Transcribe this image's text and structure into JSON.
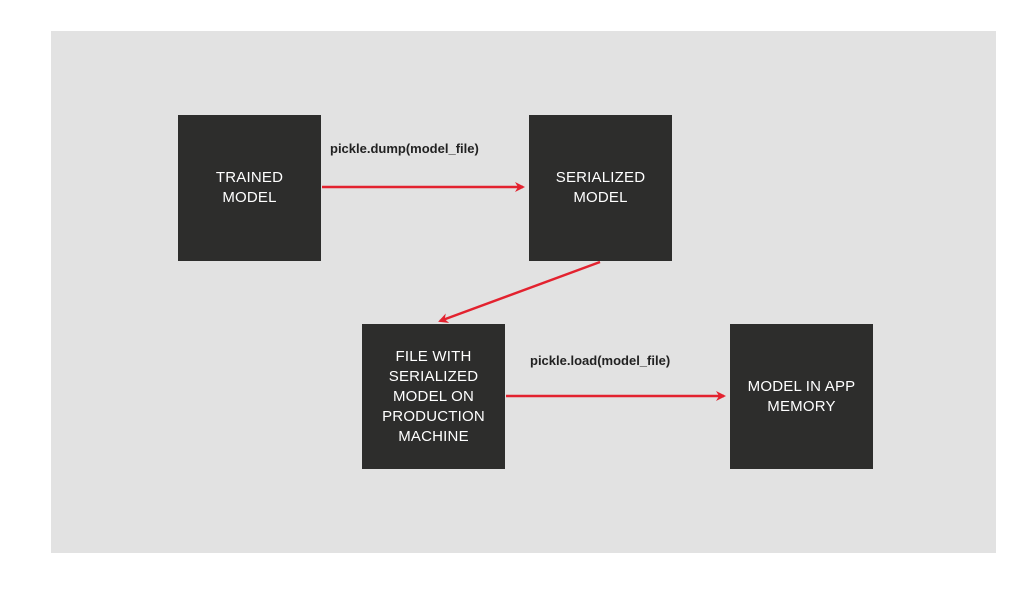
{
  "diagram": {
    "nodes": [
      {
        "id": "trained",
        "label": "TRAINED\nMODEL"
      },
      {
        "id": "serialized",
        "label": "SERIALIZED\nMODEL"
      },
      {
        "id": "file",
        "label": "FILE WITH\nSERIALIZED\nMODEL ON\nPRODUCTION\nMACHINE"
      },
      {
        "id": "memory",
        "label": "MODEL IN APP\nMEMORY"
      }
    ],
    "edges": [
      {
        "from": "trained",
        "to": "serialized",
        "label": "pickle.dump(model_file)"
      },
      {
        "from": "serialized",
        "to": "file",
        "label": ""
      },
      {
        "from": "file",
        "to": "memory",
        "label": "pickle.load(model_file)"
      }
    ],
    "colors": {
      "background": "#e2e2e2",
      "node": "#2d2d2c",
      "node_text": "#ffffff",
      "arrow": "#e3222f",
      "label": "#222222"
    }
  }
}
